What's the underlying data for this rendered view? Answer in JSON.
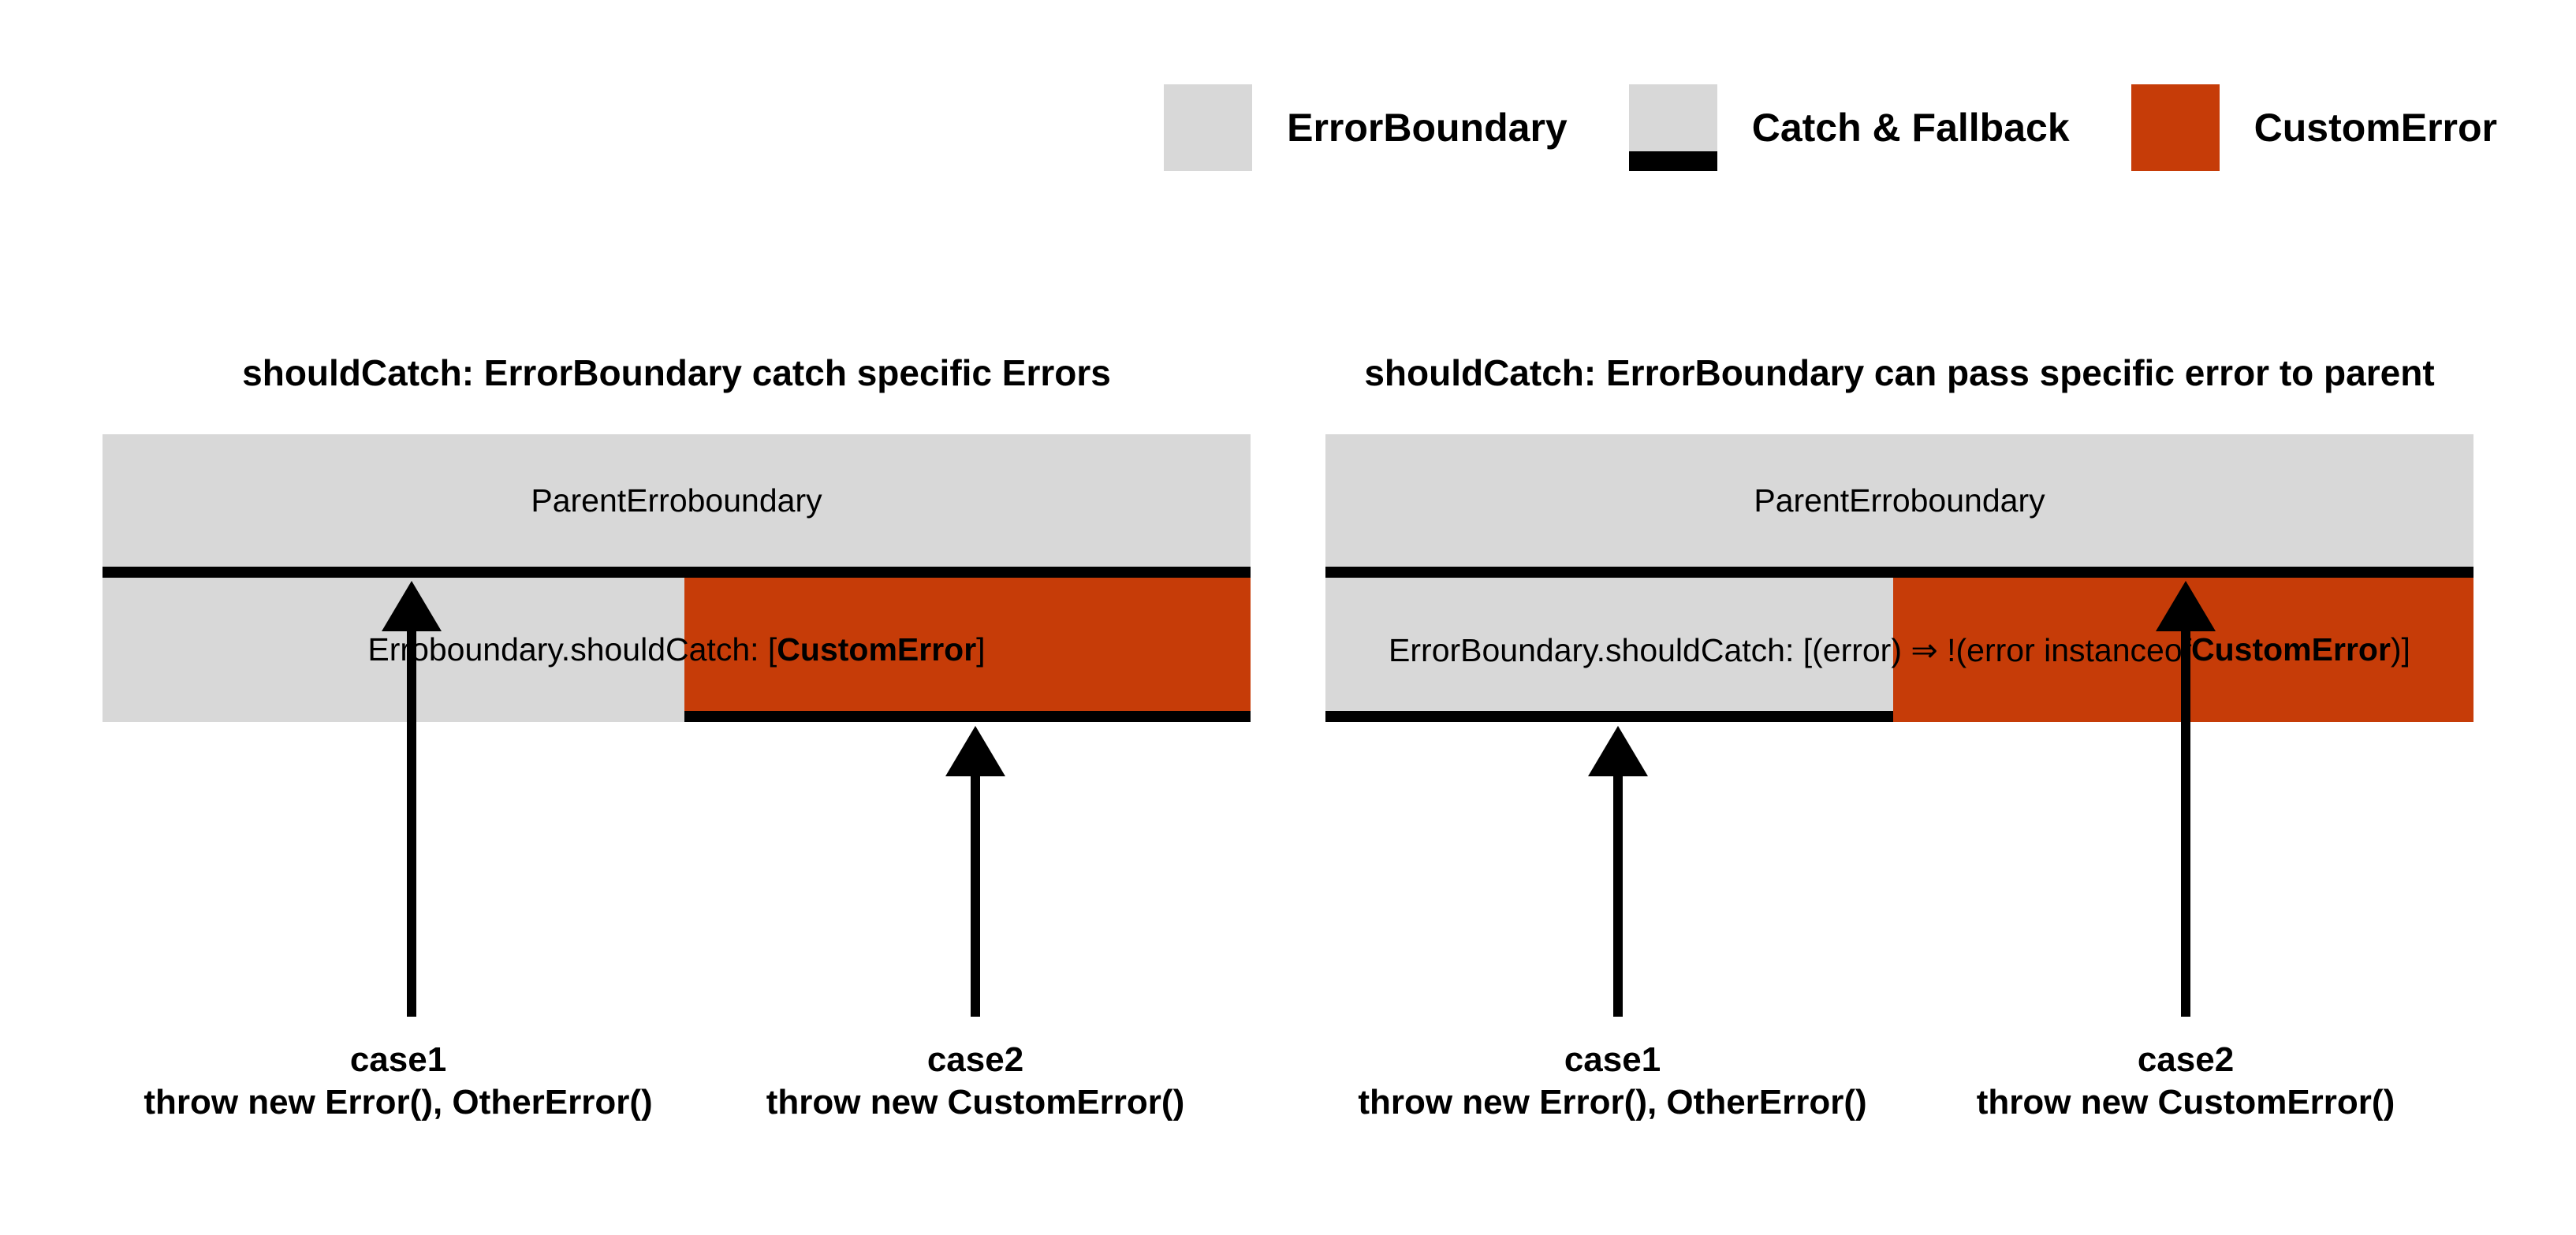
{
  "colors": {
    "error_boundary_gray": "#d8d8d8",
    "custom_error_orange": "#c63c08",
    "catch_border_black": "#000000",
    "background": "#ffffff"
  },
  "legend": {
    "items": [
      {
        "label": "ErrorBoundary",
        "swatch": "gray"
      },
      {
        "label": "Catch & Fallback",
        "swatch": "gray-with-black-bottom-border"
      },
      {
        "label": "CustomError",
        "swatch": "orange"
      }
    ]
  },
  "panels": [
    {
      "title": "shouldCatch: ErrorBoundary catch specific Errors",
      "parent_label": "ParentErroboundary",
      "child_rule": {
        "prefix": "Erroboundary.shouldCatch: [",
        "bold": "CustomError",
        "suffix": "]"
      },
      "cases": [
        {
          "label": "case1",
          "code": "throw new Error(), OtherError()",
          "arrow_target": "parent-boundary"
        },
        {
          "label": "case2",
          "code": "throw new CustomError()",
          "arrow_target": "child-boundary"
        }
      ]
    },
    {
      "title": "shouldCatch: ErrorBoundary can pass specific error to parent",
      "parent_label": "ParentErroboundary",
      "child_rule": {
        "prefix": "ErrorBoundary.shouldCatch: [(error) ⇒ !(error instanceof ",
        "bold": "CustomError",
        "suffix": ")]"
      },
      "cases": [
        {
          "label": "case1",
          "code": "throw new Error(), OtherError()",
          "arrow_target": "child-boundary"
        },
        {
          "label": "case2",
          "code": "throw new CustomError()",
          "arrow_target": "parent-boundary"
        }
      ]
    }
  ]
}
